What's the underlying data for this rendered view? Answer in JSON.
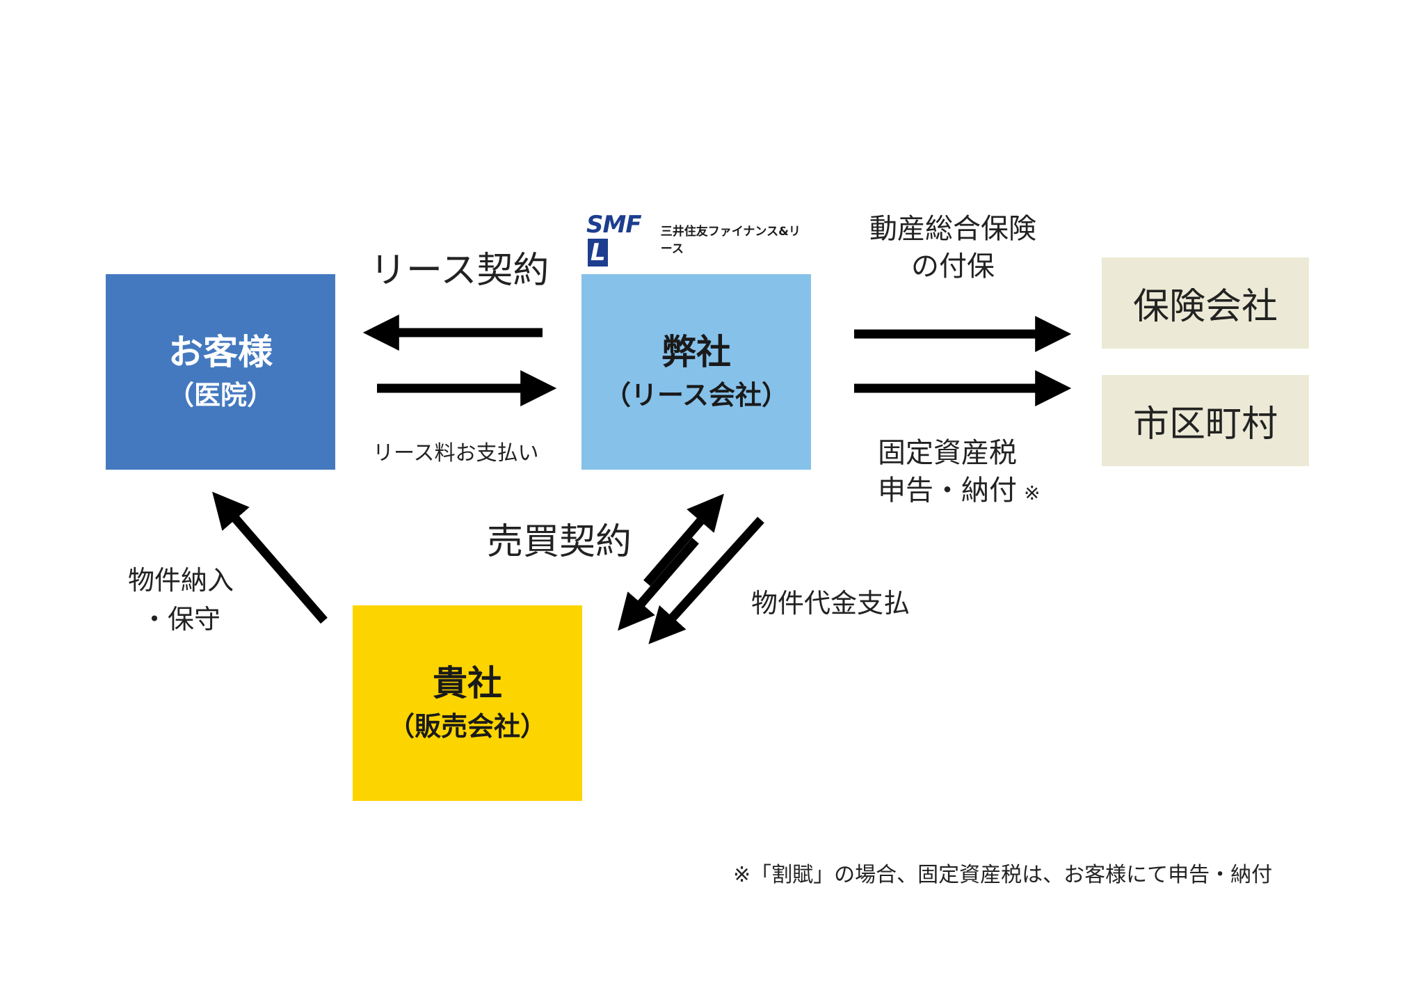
{
  "boxes": {
    "customer": {
      "title": "お客様",
      "sub": "（医院）",
      "color": "#4479bf"
    },
    "smfl": {
      "title": "弊社",
      "sub": "（リース会社）",
      "color": "#86c1ea"
    },
    "dealer": {
      "title": "貴社",
      "sub": "（販売会社）",
      "color": "#fcd400"
    },
    "insurance": {
      "title": "保険会社",
      "color": "#ecead6"
    },
    "municipality": {
      "title": "市区町村",
      "color": "#ecead6"
    }
  },
  "logo": {
    "mark": "SMF",
    "mark_box": "L",
    "name": "三井住友ファイナンス&リース"
  },
  "labels": {
    "lease_contract": "リース契約",
    "lease_payment": "リース料お支払い",
    "sales_contract": "売買契約",
    "delivery_line1": "物件納入",
    "delivery_line2": "・保守",
    "price_payment": "物件代金支払",
    "insurance_line1": "動産総合保険",
    "insurance_line2": "の付保",
    "tax_line1": "固定資産税",
    "tax_line2": "申告・納付",
    "tax_mark": "※"
  },
  "footnote": "※「割賦」の場合、固定資産税は、お客様にて申告・納付"
}
